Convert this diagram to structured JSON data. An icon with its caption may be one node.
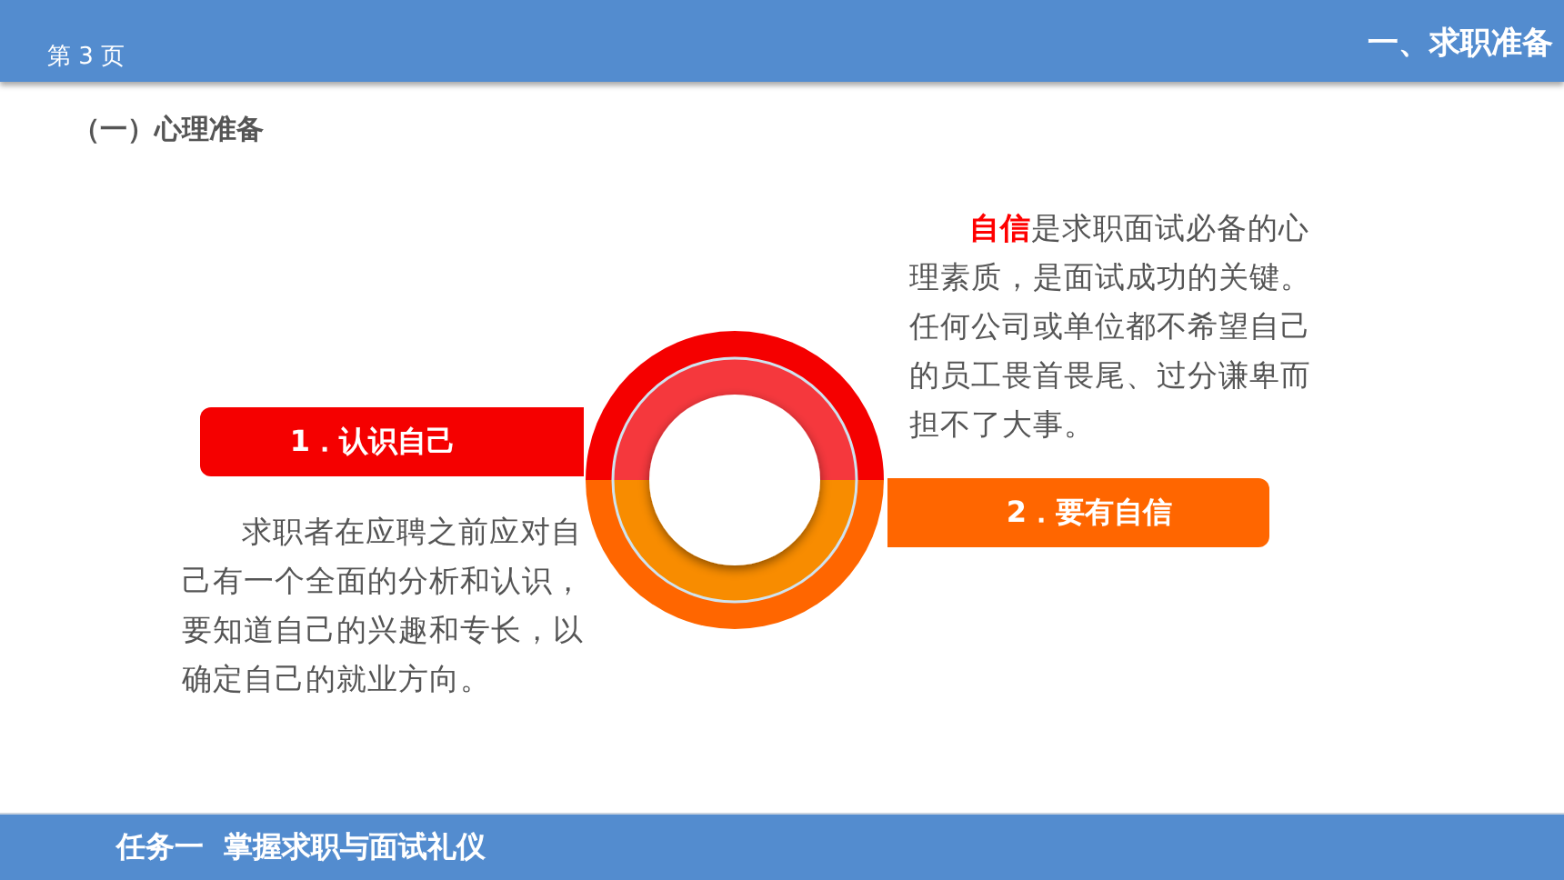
{
  "diagram": {
    "title": "（一）心理准备",
    "nodes": [
      {
        "text": [
          "1．认识自己"
        ],
        "beside": [
          "求职者在应聘之前应对自己有一个全面的分析和认识，要知道自己的兴趣和专长，以确定自己的就业方向。"
        ]
      },
      {
        "text": [
          "2．要有自信"
        ],
        "beside": [
          "**自信**是求职面试必备的心理素质，是面试成功的关键。任何公司或单位都不希望自己的员工畏首畏尾、过分谦卑而担不了大事。"
        ]
      }
    ],
    "labels": [
      "第 3 页",
      "一、求职准备",
      "任务一  掌握求职与面试礼仪"
    ]
  }
}
